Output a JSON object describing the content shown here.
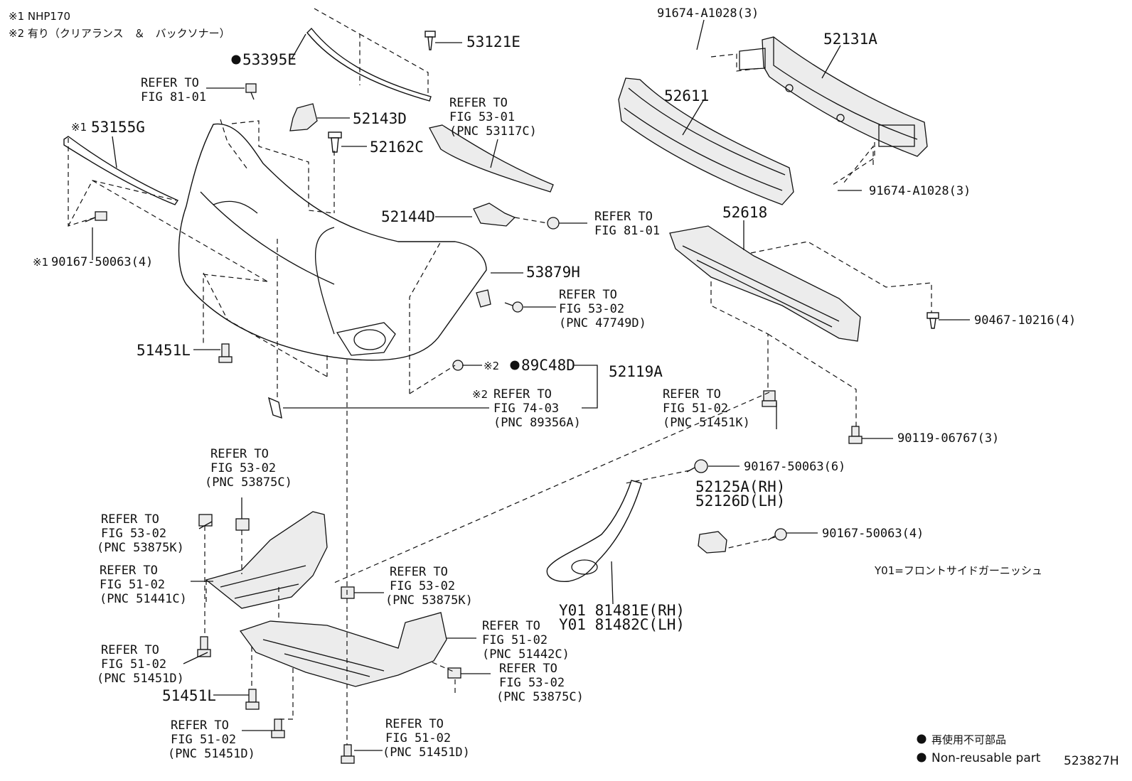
{
  "notes": {
    "note1": "※1 NHP170",
    "note2": "※2 有り（クリアランス　＆　バックソナー）"
  },
  "labels": {
    "p91674_top": "91674-A1028(3)",
    "p52131A": "52131A",
    "p53121E": "53121E",
    "p53395E": "53395E",
    "refer_81_01_a": [
      "REFER TO",
      "FIG 81-01"
    ],
    "p52611": "52611",
    "p52143D": "52143D",
    "refer_53_01": [
      "REFER TO",
      "FIG 53-01",
      "(PNC 53117C)"
    ],
    "p53155G": "53155G",
    "note1_mark": "※1",
    "p52162C": "52162C",
    "p91674_bot": "91674-A1028(3)",
    "p52144D": "52144D",
    "refer_81_01_b": [
      "REFER TO",
      "FIG 81-01"
    ],
    "p52618": "52618",
    "p90167_4_left": "90167-50063(4)",
    "note1_mark2": "※1",
    "p53879H": "53879H",
    "refer_53_02_47749D": [
      "REFER TO",
      "FIG 53-02",
      "(PNC 47749D)"
    ],
    "p90467": "90467-10216(4)",
    "p51451L_top": "51451L",
    "note2_mark": "※2",
    "p89C48D": "89C48D",
    "p52119A": "52119A",
    "refer_74_03": [
      "REFER TO",
      "FIG 74-03",
      "(PNC 89356A)"
    ],
    "note2_mark2": "※2",
    "refer_51_02_51451K": [
      "REFER TO",
      "FIG 51-02",
      "(PNC 51451K)"
    ],
    "p90119": "90119-06767(3)",
    "refer_53_02_53875C_a": [
      "REFER TO",
      "FIG 53-02",
      "(PNC 53875C)"
    ],
    "p90167_6": "90167-50063(6)",
    "p52125A": "52125A(RH)",
    "p52126D": "52126D(LH)",
    "refer_53_02_53875K_a": [
      "REFER TO",
      "FIG 53-02",
      "(PNC 53875K)"
    ],
    "p90167_4_right": "90167-50063(4)",
    "refer_51_02_51441C": [
      "REFER TO",
      "FIG 51-02",
      "(PNC 51441C)"
    ],
    "refer_53_02_53875K_b": [
      "REFER TO",
      "FIG 53-02",
      "(PNC 53875K)"
    ],
    "y01_note": "Y01=フロントサイドガーニッシュ",
    "pY01_81481E": "Y01 81481E(RH)",
    "pY01_81482C": "Y01 81482C(LH)",
    "refer_51_02_51442C": [
      "REFER TO",
      "FIG 51-02",
      "(PNC 51442C)"
    ],
    "refer_51_02_51451D_a": [
      "REFER TO",
      "FIG 51-02",
      "(PNC 51451D)"
    ],
    "refer_53_02_53875C_b": [
      "REFER TO",
      "FIG 53-02",
      "(PNC 53875C)"
    ],
    "p51451L_bot": "51451L",
    "refer_51_02_51451D_b": [
      "REFER TO",
      "FIG 51-02",
      "(PNC 51451D)"
    ],
    "refer_51_02_51451D_c": [
      "REFER TO",
      "FIG 51-02",
      "(PNC 51451D)"
    ]
  },
  "legend": {
    "jp": "再使用不可部品",
    "en": "Non-reusable part"
  },
  "diagram_id": "523827H"
}
